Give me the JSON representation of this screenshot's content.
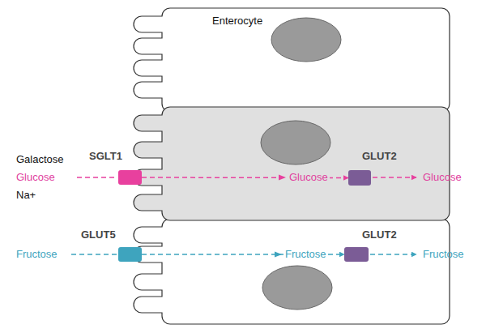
{
  "diagram": {
    "nodes": [
      {
        "text": [
          "Enterocyte"
        ]
      },
      {
        "text": [
          "SGLT1"
        ]
      },
      {
        "text": [
          "GLUT2"
        ]
      },
      {
        "text": [
          "GLUT5"
        ]
      },
      {
        "text": [
          "GLUT2"
        ]
      }
    ],
    "edges": [
      {
        "from": 1,
        "to": 2,
        "arrow": "to",
        "label": "Glucose"
      },
      {
        "from": 3,
        "to": 4,
        "arrow": "to",
        "label": "Fructose"
      }
    ],
    "labels": [
      "Galactose",
      "Glucose",
      "Na+",
      "Glucose",
      "Fructose",
      "Fructose"
    ]
  }
}
